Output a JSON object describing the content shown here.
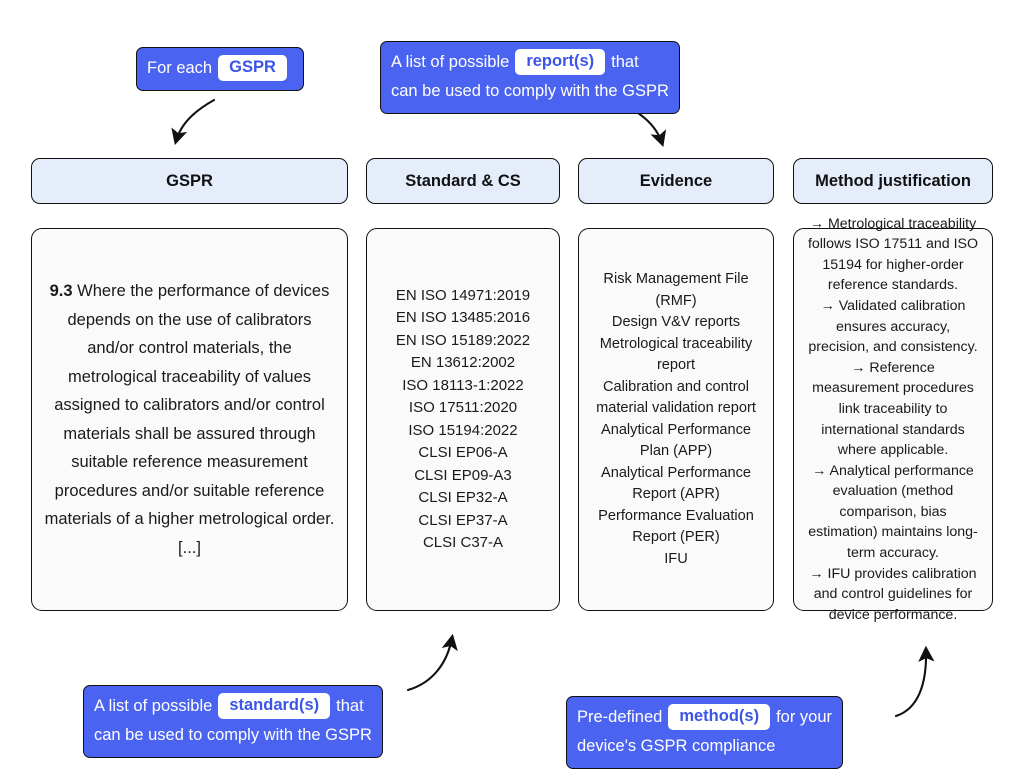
{
  "callouts": {
    "gspr": {
      "prefix": "For each",
      "chip": "GSPR",
      "suffix": "",
      "line2": ""
    },
    "reports": {
      "prefix": "A list of possible",
      "chip": "report(s)",
      "suffix": "that",
      "line2": "can be used to comply with the GSPR"
    },
    "standards": {
      "prefix": "A list of possible",
      "chip": "standard(s)",
      "suffix": "that",
      "line2": "can be used to comply with the GSPR"
    },
    "methods": {
      "prefix": "Pre-defined",
      "chip": "method(s)",
      "suffix": "for your",
      "line2": "device's GSPR compliance"
    }
  },
  "columns": [
    {
      "header": "GSPR"
    },
    {
      "header": "Standard & CS"
    },
    {
      "header": "Evidence"
    },
    {
      "header": "Method justification"
    }
  ],
  "gspr_requirement": {
    "clause": "9.3",
    "text": " Where the performance of devices depends on the use of calibrators and/or control materials, the metrological traceability of values assigned to calibrators and/or control materials shall be assured through suitable reference measurement procedures and/or suitable reference materials of a higher metrological order. [...]"
  },
  "standards": [
    "EN ISO 14971:2019",
    "EN ISO 13485:2016",
    "EN ISO 15189:2022",
    "EN 13612:2002",
    "ISO 18113-1:2022",
    "ISO 17511:2020",
    "ISO 15194:2022",
    "CLSI EP06-A",
    "CLSI EP09-A3",
    "CLSI EP32-A",
    "CLSI EP37-A",
    "CLSI C37-A"
  ],
  "evidence": [
    "Risk Management File (RMF)",
    "Design V&V reports",
    "Metrological traceability report",
    "Calibration and control material validation report",
    "Analytical Performance Plan (APP)",
    "Analytical Performance Report (APR)",
    "Performance Evaluation Report (PER)",
    "IFU"
  ],
  "method_justification": [
    "→ Metrological traceability follows ISO 17511 and ISO 15194 for higher-order reference standards.",
    "→ Validated calibration ensures accuracy, precision, and consistency.",
    "→ Reference measurement procedures link traceability to international standards where applicable.",
    "→ Analytical performance evaluation (method comparison, bias estimation) maintains long-term accuracy.",
    "→ IFU provides calibration and control guidelines for device performance."
  ],
  "colors": {
    "callout_blue": "#4a63f0",
    "chip_text_blue": "#3b55e6",
    "header_blue": "#e5edfb",
    "card_bg": "#fafafa",
    "border": "#111111",
    "arrow": "#111111"
  },
  "icons": {
    "arrow_gspr": "curved-arrow-down-left",
    "arrow_reports": "curved-arrow-down-right",
    "arrow_standards": "curved-arrow-up-right",
    "arrow_methods": "curved-arrow-up-right"
  }
}
